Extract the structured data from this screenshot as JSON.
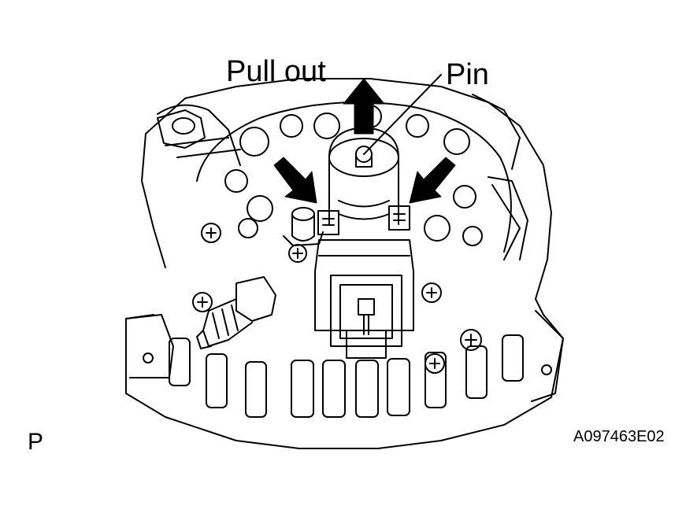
{
  "labels": {
    "pull_out": "Pull out",
    "pin": "Pin",
    "p_mark": "P",
    "figure_code": "A097463E02"
  },
  "colors": {
    "ink": "#000000",
    "paper": "#ffffff"
  }
}
